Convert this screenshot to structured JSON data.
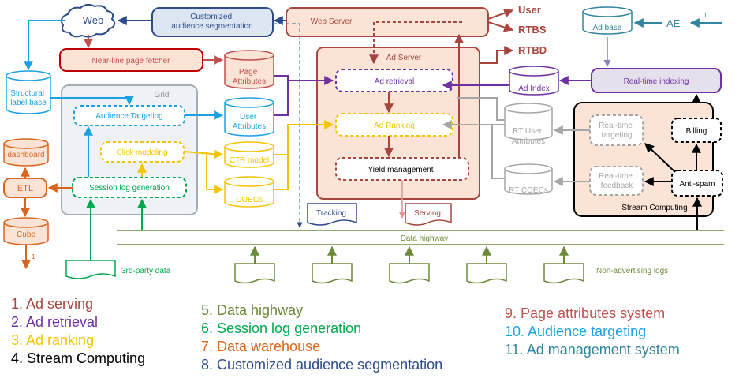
{
  "nodes": {
    "web": "Web",
    "custom_seg": "Customized audience segmentation",
    "web_server": "Web Server",
    "user": "User",
    "rtbs": "RTBS",
    "rtbd": "RTBD",
    "ad_base": "Ad base",
    "ae": "AE",
    "ae_num": "1",
    "nearline": "Near-line page fetcher",
    "page_attr": "Page Attributes",
    "ad_server": "Ad Server",
    "ad_retrieval": "Ad retrieval",
    "ad_index": "Ad Index",
    "rt_indexing": "Real-time indexing",
    "structural": "Structural label base",
    "grid": "Grid",
    "audience": "Audience Targeting",
    "user_attr": "User Attributes",
    "ad_ranking": "Ad Ranking",
    "rt_user_attr": "RT User Attributes",
    "rt_targeting": "Real-time targeting",
    "billing": "Billing",
    "dashboard": "dashboard",
    "click_model": "Click modeling",
    "ctr_model": "CTR model",
    "yield": "Yield management",
    "etl": "ETL",
    "session": "Session log generation",
    "coecs": "COECs",
    "rt_coecs": "RT COECs",
    "rt_feedback": "Real-time feedback",
    "antispam": "Anti-spam",
    "stream": "Stream Computing",
    "cube": "Cube",
    "cube_num": "1",
    "tracking": "Tracking",
    "serving": "Serving",
    "highway": "Data highway",
    "third_party": "3rd-party data",
    "non_adv": "Non-advertising logs"
  },
  "legend": [
    {
      "text": "1. Ad serving",
      "color": "#a6463f"
    },
    {
      "text": "2. Ad retrieval",
      "color": "#7030a0"
    },
    {
      "text": "3. Ad ranking",
      "color": "#f5c400"
    },
    {
      "text": "4. Stream Computing",
      "color": "#000000"
    },
    {
      "text": "5. Data highway",
      "color": "#6d8a3a"
    },
    {
      "text": "6. Session log generation",
      "color": "#00a84f"
    },
    {
      "text": "7. Data warehouse",
      "color": "#d9661f"
    },
    {
      "text": "8. Customized audience segmentation",
      "color": "#2e4c8a"
    },
    {
      "text": "9. Page attributes system",
      "color": "#c0504d"
    },
    {
      "text": "10. Audience targeting",
      "color": "#1ba1e2"
    },
    {
      "text": "11. Ad management system",
      "color": "#31859c"
    }
  ]
}
